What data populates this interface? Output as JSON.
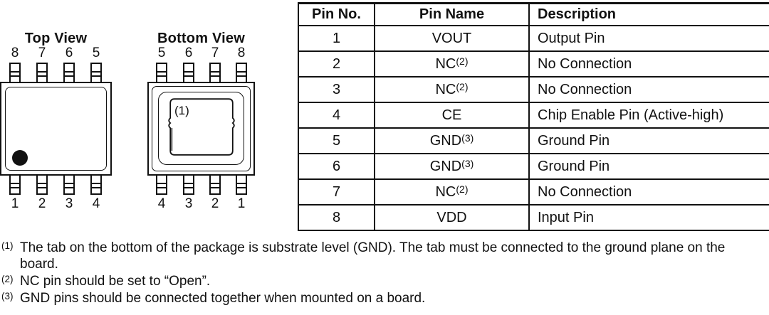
{
  "packages": {
    "top_view": {
      "title": "Top View",
      "top_pins": [
        "8",
        "7",
        "6",
        "5"
      ],
      "bottom_pins": [
        "1",
        "2",
        "3",
        "4"
      ]
    },
    "bottom_view": {
      "title": "Bottom View",
      "top_pins": [
        "5",
        "6",
        "7",
        "8"
      ],
      "bottom_pins": [
        "4",
        "3",
        "2",
        "1"
      ],
      "tab_label": "(1)"
    }
  },
  "pin_table": {
    "headers": {
      "pin_no": "Pin No.",
      "pin_name": "Pin Name",
      "description": "Description"
    },
    "rows": [
      {
        "no": "1",
        "name": "VOUT",
        "name_sup": "",
        "desc": "Output Pin"
      },
      {
        "no": "2",
        "name": "NC",
        "name_sup": "(2)",
        "desc": "No Connection"
      },
      {
        "no": "3",
        "name": "NC",
        "name_sup": "(2)",
        "desc": "No Connection"
      },
      {
        "no": "4",
        "name": "CE",
        "name_sup": "",
        "desc": "Chip Enable Pin (Active-high)"
      },
      {
        "no": "5",
        "name": "GND",
        "name_sup": "(3)",
        "desc": "Ground Pin"
      },
      {
        "no": "6",
        "name": "GND",
        "name_sup": "(3)",
        "desc": "Ground Pin"
      },
      {
        "no": "7",
        "name": "NC",
        "name_sup": "(2)",
        "desc": "No Connection"
      },
      {
        "no": "8",
        "name": "VDD",
        "name_sup": "",
        "desc": "Input Pin"
      }
    ]
  },
  "footnotes": [
    {
      "marker": "(1)",
      "text": "The tab on the bottom of the package is substrate level (GND). The tab must be connected to the ground plane on the board."
    },
    {
      "marker": "(2)",
      "text": "NC pin should be set to “Open”."
    },
    {
      "marker": "(3)",
      "text": "GND pins should be connected together when mounted on a board."
    }
  ],
  "colors": {
    "ink": "#111111",
    "background": "#ffffff"
  }
}
